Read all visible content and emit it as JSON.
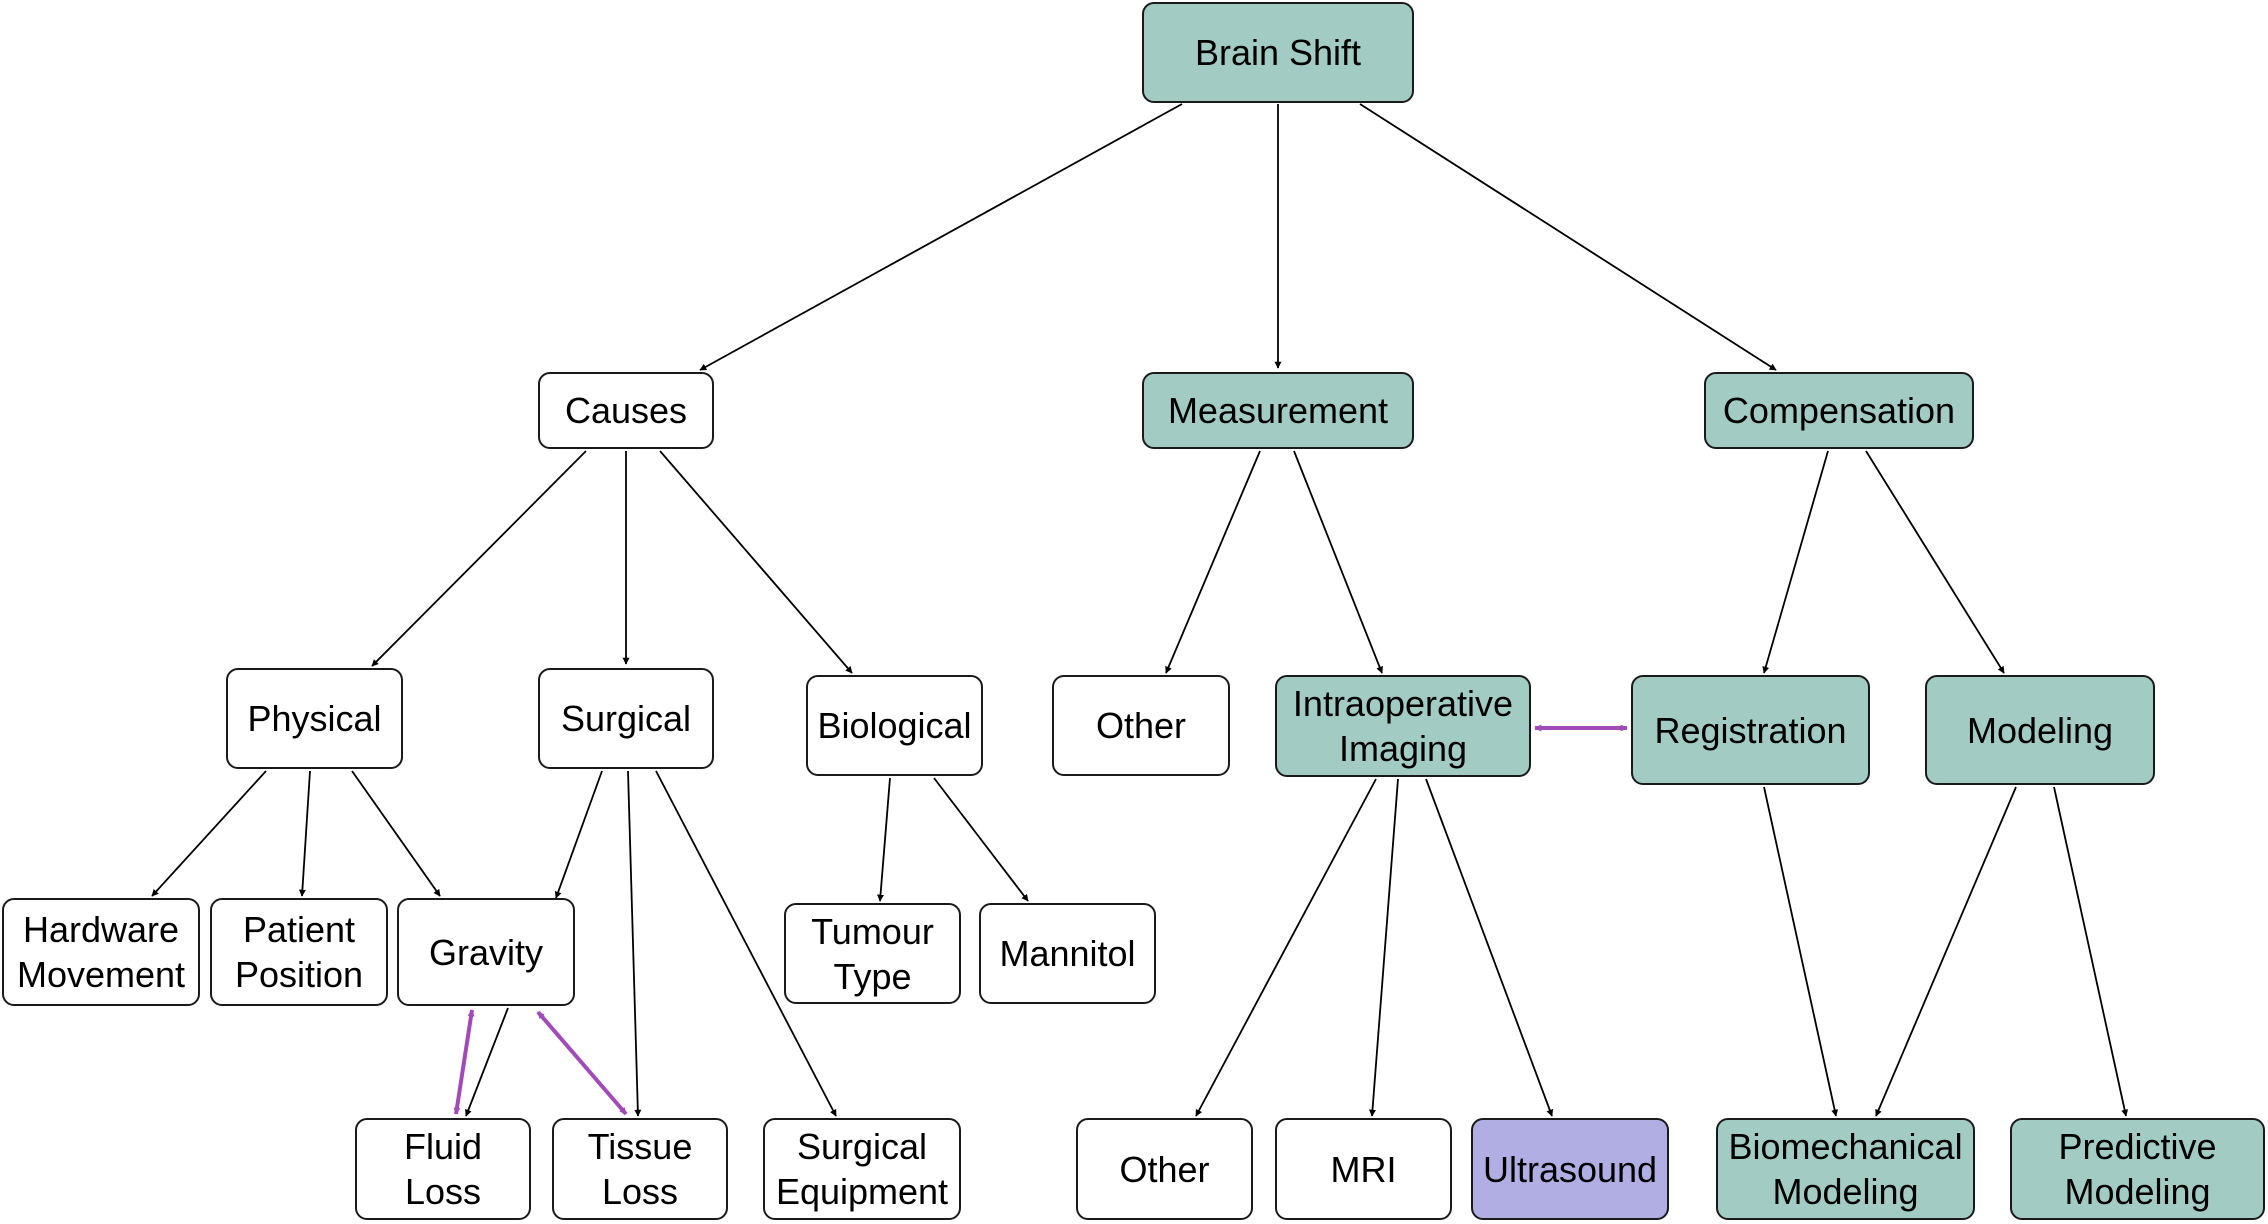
{
  "colors": {
    "default_fill": "#ffffff",
    "teal_fill": "#a2cbc3",
    "purple_fill": "#b0aee3",
    "border": "#1a1a1a",
    "arrow": "#000000",
    "bidirectional_arrow": "#a24ab8"
  },
  "nodes": [
    {
      "id": "brain-shift",
      "label": "Brain Shift",
      "fill": "teal"
    },
    {
      "id": "causes",
      "label": "Causes",
      "fill": "white"
    },
    {
      "id": "measurement",
      "label": "Measurement",
      "fill": "teal"
    },
    {
      "id": "compensation",
      "label": "Compensation",
      "fill": "teal"
    },
    {
      "id": "physical",
      "label": "Physical",
      "fill": "white"
    },
    {
      "id": "surgical",
      "label": "Surgical",
      "fill": "white"
    },
    {
      "id": "biological",
      "label": "Biological",
      "fill": "white"
    },
    {
      "id": "other-measurement",
      "label": "Other",
      "fill": "white"
    },
    {
      "id": "intraoperative-imaging",
      "label": "Intraoperative\nImaging",
      "fill": "teal"
    },
    {
      "id": "registration",
      "label": "Registration",
      "fill": "teal"
    },
    {
      "id": "modeling",
      "label": "Modeling",
      "fill": "teal"
    },
    {
      "id": "hardware-movement",
      "label": "Hardware\nMovement",
      "fill": "white"
    },
    {
      "id": "patient-position",
      "label": "Patient\nPosition",
      "fill": "white"
    },
    {
      "id": "gravity",
      "label": "Gravity",
      "fill": "white"
    },
    {
      "id": "tumour-type",
      "label": "Tumour\nType",
      "fill": "white"
    },
    {
      "id": "mannitol",
      "label": "Mannitol",
      "fill": "white"
    },
    {
      "id": "fluid-loss",
      "label": "Fluid\nLoss",
      "fill": "white"
    },
    {
      "id": "tissue-loss",
      "label": "Tissue\nLoss",
      "fill": "white"
    },
    {
      "id": "surgical-equipment",
      "label": "Surgical\nEquipment",
      "fill": "white"
    },
    {
      "id": "other-imaging",
      "label": "Other",
      "fill": "white"
    },
    {
      "id": "mri",
      "label": "MRI",
      "fill": "white"
    },
    {
      "id": "ultrasound",
      "label": "Ultrasound",
      "fill": "purple"
    },
    {
      "id": "biomechanical-modeling",
      "label": "Biomechanical\nModeling",
      "fill": "teal"
    },
    {
      "id": "predictive-modeling",
      "label": "Predictive\nModeling",
      "fill": "teal"
    }
  ],
  "edges": [
    {
      "from": "brain-shift",
      "to": "causes"
    },
    {
      "from": "brain-shift",
      "to": "measurement"
    },
    {
      "from": "brain-shift",
      "to": "compensation"
    },
    {
      "from": "causes",
      "to": "physical"
    },
    {
      "from": "causes",
      "to": "surgical"
    },
    {
      "from": "causes",
      "to": "biological"
    },
    {
      "from": "measurement",
      "to": "other-measurement"
    },
    {
      "from": "measurement",
      "to": "intraoperative-imaging"
    },
    {
      "from": "compensation",
      "to": "registration"
    },
    {
      "from": "compensation",
      "to": "modeling"
    },
    {
      "from": "physical",
      "to": "hardware-movement"
    },
    {
      "from": "physical",
      "to": "patient-position"
    },
    {
      "from": "physical",
      "to": "gravity"
    },
    {
      "from": "surgical",
      "to": "fluid-loss"
    },
    {
      "from": "surgical",
      "to": "tissue-loss"
    },
    {
      "from": "surgical",
      "to": "surgical-equipment"
    },
    {
      "from": "gravity",
      "to": "fluid-loss"
    },
    {
      "from": "biological",
      "to": "tumour-type"
    },
    {
      "from": "biological",
      "to": "mannitol"
    },
    {
      "from": "intraoperative-imaging",
      "to": "other-imaging"
    },
    {
      "from": "intraoperative-imaging",
      "to": "mri"
    },
    {
      "from": "intraoperative-imaging",
      "to": "ultrasound"
    },
    {
      "from": "registration",
      "to": "biomechanical-modeling"
    },
    {
      "from": "modeling",
      "to": "biomechanical-modeling"
    },
    {
      "from": "modeling",
      "to": "predictive-modeling"
    }
  ],
  "bidirectional_edges": [
    {
      "a": "intraoperative-imaging",
      "b": "registration"
    },
    {
      "a": "gravity",
      "b": "fluid-loss"
    },
    {
      "a": "gravity",
      "b": "tissue-loss"
    }
  ]
}
